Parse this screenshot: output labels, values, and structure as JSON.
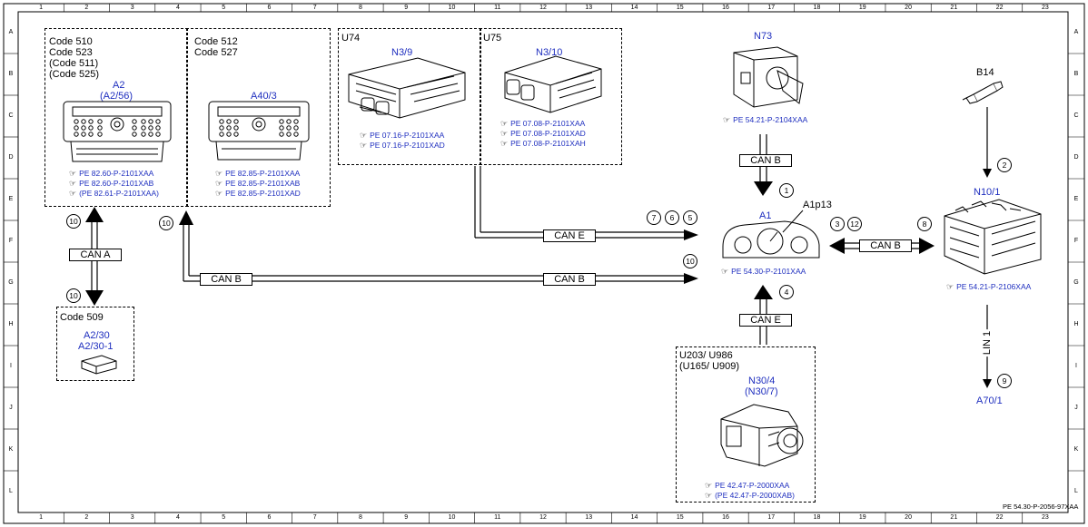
{
  "grid": {
    "columns": [
      "1",
      "2",
      "3",
      "4",
      "5",
      "6",
      "7",
      "8",
      "9",
      "10",
      "11",
      "12",
      "13",
      "14",
      "15",
      "16",
      "17",
      "18",
      "19",
      "20",
      "21",
      "22",
      "23"
    ],
    "rows": [
      "A",
      "B",
      "C",
      "D",
      "E",
      "F",
      "G",
      "H",
      "I",
      "J",
      "K",
      "L"
    ]
  },
  "footer_code": "PE 54.30-P-2056-97XAA",
  "groups": {
    "code510": {
      "lines": [
        "Code 510",
        "Code 523",
        "(Code 511)",
        "(Code 525)"
      ]
    },
    "code512": {
      "lines": [
        "Code 512",
        "Code 527"
      ]
    },
    "u74": {
      "label": "U74"
    },
    "u75": {
      "label": "U75"
    },
    "code509": {
      "label": "Code 509"
    },
    "u203": {
      "lines": [
        "U203/ U986",
        "(U165/ U909)"
      ]
    }
  },
  "components": {
    "a2": {
      "name": "A2",
      "alt": "(A2/56)",
      "refs": [
        "PE 82.60-P-2101XAA",
        "PE 82.60-P-2101XAB",
        "(PE 82.61-P-2101XAA)"
      ]
    },
    "a40_3": {
      "name": "A40/3",
      "refs": [
        "PE 82.85-P-2101XAA",
        "PE 82.85-P-2101XAB",
        "PE 82.85-P-2101XAD"
      ]
    },
    "n3_9": {
      "name": "N3/9",
      "refs": [
        "PE 07.16-P-2101XAA",
        "PE 07.16-P-2101XAD"
      ]
    },
    "n3_10": {
      "name": "N3/10",
      "refs": [
        "PE 07.08-P-2101XAA",
        "PE 07.08-P-2101XAD",
        "PE 07.08-P-2101XAH"
      ]
    },
    "n73": {
      "name": "N73",
      "refs": [
        "PE 54.21-P-2104XAA"
      ]
    },
    "b14": {
      "name": "B14"
    },
    "n10_1": {
      "name": "N10/1",
      "refs": [
        "PE 54.21-P-2106XAA"
      ]
    },
    "a1": {
      "name": "A1",
      "sub": "A1p13",
      "refs": [
        "PE 54.30-P-2101XAA"
      ]
    },
    "a2_30": {
      "name": "A2/30",
      "alt": "A2/30-1"
    },
    "n30_4": {
      "name": "N30/4",
      "alt": "(N30/7)",
      "refs": [
        "PE 42.47-P-2000XAA",
        "(PE 42.47-P-2000XAB)"
      ]
    },
    "a70_1": {
      "name": "A70/1"
    }
  },
  "buses": {
    "can_a": "CAN A",
    "can_b_lower": "CAN B",
    "can_b_lower2": "CAN B",
    "can_e_top": "CAN E",
    "can_b_n73": "CAN B",
    "can_b_n10": "CAN B",
    "can_e_n30": "CAN E",
    "lin1": "LIN 1"
  },
  "callouts": {
    "c10_a": "10",
    "c10_b": "10",
    "c10_c": "10",
    "c10_d": "10",
    "c7": "7",
    "c6": "6",
    "c5": "5",
    "c1": "1",
    "c2": "2",
    "c3": "3",
    "c12": "12",
    "c8": "8",
    "c4": "4",
    "c9": "9"
  },
  "icons": {
    "reference": "pointing-hand-icon"
  }
}
